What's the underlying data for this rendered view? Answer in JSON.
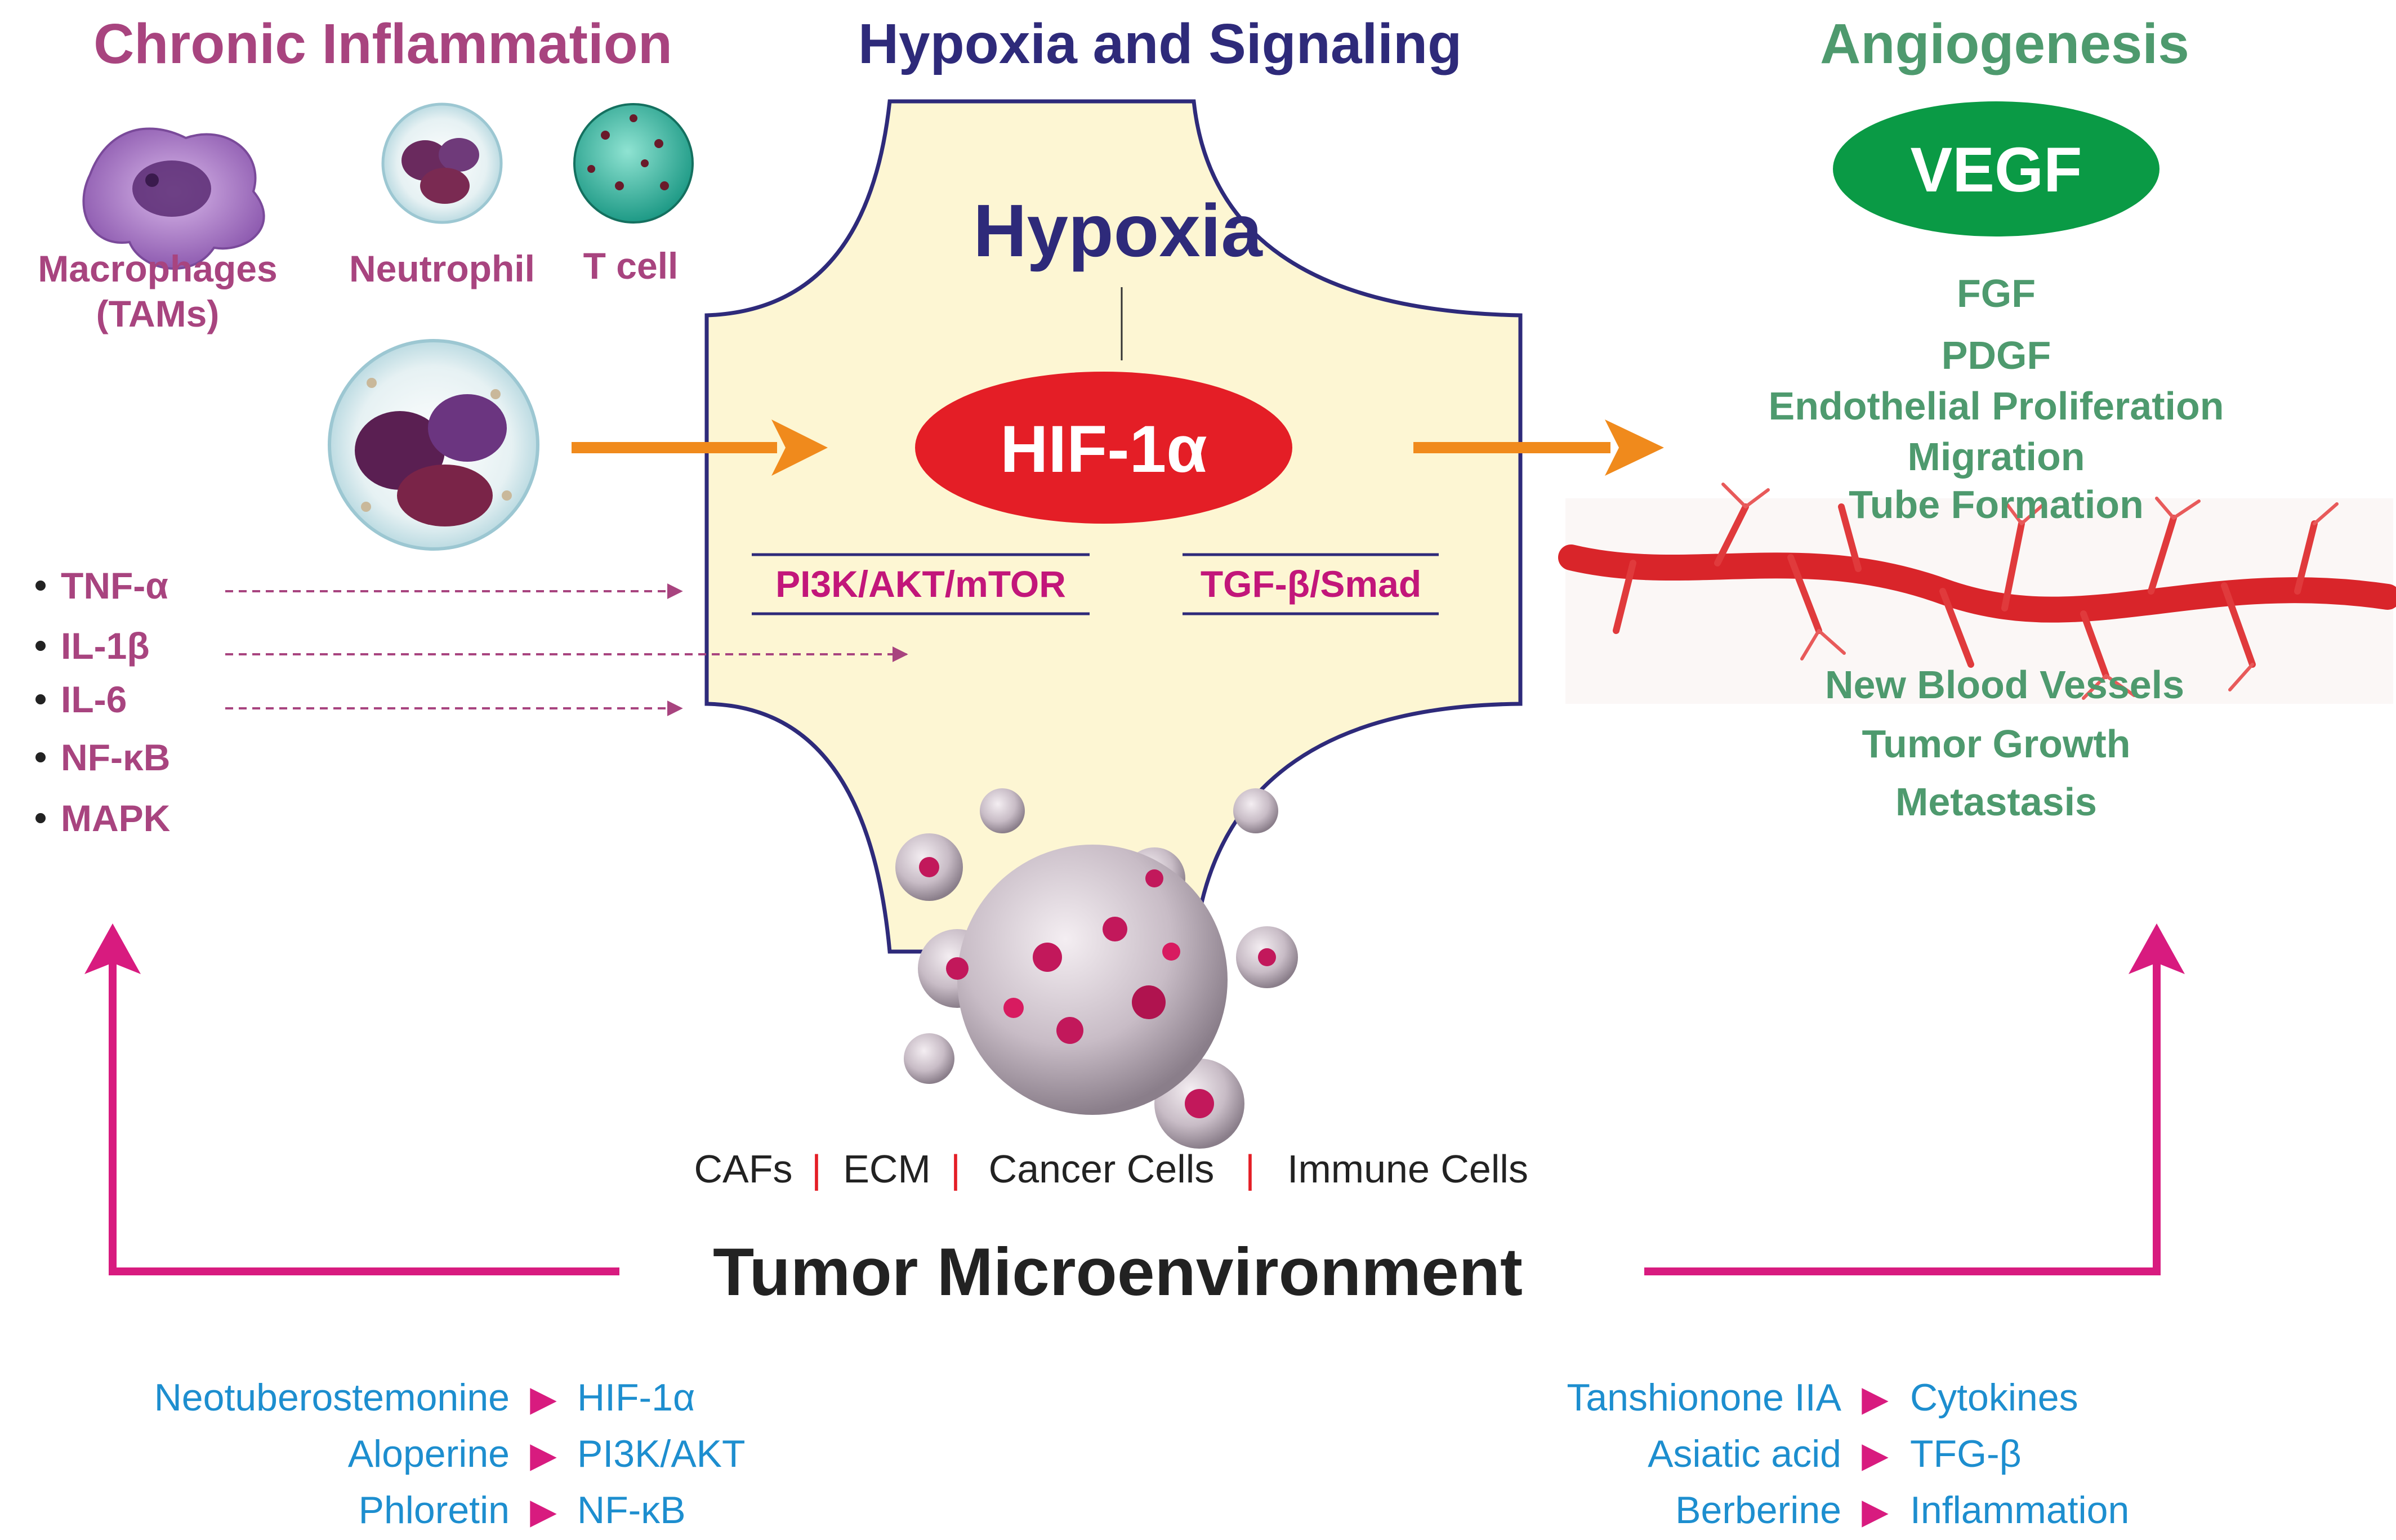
{
  "sections": {
    "left_title": "Chronic Inflammation",
    "center_title": "Hypoxia and Signaling",
    "right_title": "Angiogenesis"
  },
  "inflammation": {
    "cells": [
      "Macrophages",
      "(TAMs)",
      "Neutrophil",
      "T cell"
    ],
    "mediators": [
      "TNF-α",
      "IL-1β",
      "IL-6",
      "NF-κB",
      "MAPK"
    ]
  },
  "hypoxia": {
    "label": "Hypoxia",
    "hif": "HIF-1α",
    "pathway_left": "PI3K/AKT/mTOR",
    "pathway_right": "TGF-β/Smad"
  },
  "angiogenesis": {
    "vegf": "VEGF",
    "factors": [
      "FGF",
      "PDGF",
      "Endothelial Proliferation",
      "Migration",
      "Tube Formation"
    ],
    "outcomes": [
      "New Blood Vessels",
      "Tumor Growth",
      "Metastasis"
    ]
  },
  "microenvironment": {
    "components": [
      "CAFs",
      "ECM",
      "Cancer Cells",
      "Immune Cells"
    ],
    "title": "Tumor Microenvironment"
  },
  "compounds_left": [
    {
      "compound": "Neotuberostemonine",
      "target": "HIF-1α"
    },
    {
      "compound": "Aloperine",
      "target": "PI3K/AKT"
    },
    {
      "compound": "Phloretin",
      "target": "NF-κB"
    }
  ],
  "compounds_right": [
    {
      "compound": "Tanshionone IIA",
      "target": "Cytokines"
    },
    {
      "compound": "Asiatic acid",
      "target": "TFG-β"
    },
    {
      "compound": "Berberine",
      "target": "Inflammation"
    }
  ],
  "colors": {
    "inflammation": "#a8447f",
    "hypoxia": "#2e2a7a",
    "angiogenesis": "#4e9a6e",
    "hif_fill": "#e41e26",
    "vegf_fill": "#0a9a45",
    "arrow_orange": "#f08a1c",
    "arrow_magenta": "#d81b7f",
    "compound_blue": "#1d8ecf",
    "pathway_magenta": "#c2167a",
    "panel_fill": "#fdf6d3"
  },
  "icons": [
    "macrophage-icon",
    "neutrophil-icon",
    "t-cell-icon",
    "blood-vessel-icon",
    "tumor-cluster-icon"
  ]
}
